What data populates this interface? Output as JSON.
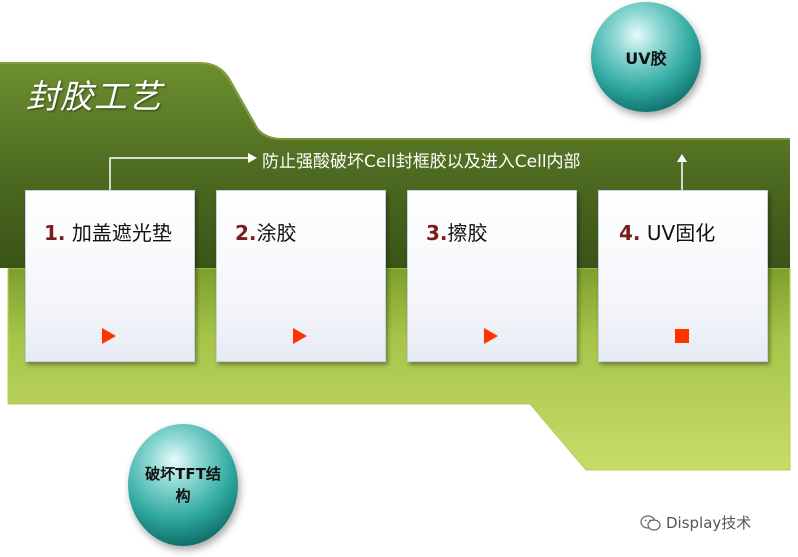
{
  "diagram": {
    "title": "封胶工艺",
    "banner_text": "防止强酸破坏Cell封框胶以及进入Cell内部",
    "steps": [
      {
        "number": "1.",
        "label": "加盖遮光垫",
        "marker": "play-triangle"
      },
      {
        "number": "2.",
        "label": "涂胶",
        "marker": "play-triangle"
      },
      {
        "number": "3.",
        "label": "擦胶",
        "marker": "play-triangle"
      },
      {
        "number": "4.",
        "label": "UV固化",
        "marker": "stop-square"
      }
    ],
    "sphere_top": "UV胶",
    "sphere_bottom": "破坏TFT结构",
    "watermark": "Display技术"
  },
  "colors": {
    "dark_green": "#4e6e22",
    "light_green": "#8fb43a",
    "step_number": "#7a1c1c",
    "marker": "#ff3300",
    "sphere": "#2ea89f"
  }
}
